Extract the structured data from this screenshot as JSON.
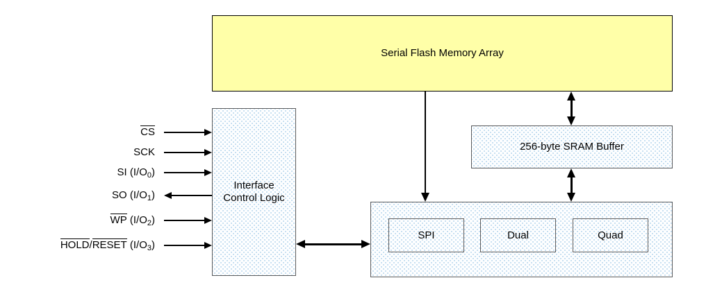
{
  "blocks": {
    "memory_array": {
      "label": "Serial Flash Memory Array"
    },
    "interface_logic": {
      "label": "Interface Control Logic"
    },
    "sram_buffer": {
      "label": "256-byte SRAM Buffer"
    },
    "io_modes": [
      {
        "label": "SPI"
      },
      {
        "label": "Dual"
      },
      {
        "label": "Quad"
      }
    ]
  },
  "signals": [
    {
      "name": "CS",
      "direction": "in",
      "parts": [
        {
          "text": "CS",
          "overline": true
        }
      ]
    },
    {
      "name": "SCK",
      "direction": "in",
      "parts": [
        {
          "text": "SCK"
        }
      ]
    },
    {
      "name": "SI (I/O0)",
      "direction": "in",
      "parts": [
        {
          "text": "SI (I/O"
        },
        {
          "text": "0",
          "sub": true
        },
        {
          "text": ")"
        }
      ]
    },
    {
      "name": "SO (I/O1)",
      "direction": "out",
      "parts": [
        {
          "text": "SO (I/O"
        },
        {
          "text": "1",
          "sub": true
        },
        {
          "text": ")"
        }
      ]
    },
    {
      "name": "WP (I/O2)",
      "direction": "in",
      "parts": [
        {
          "text": "WP",
          "overline": true
        },
        {
          "text": " (I/O"
        },
        {
          "text": "2",
          "sub": true
        },
        {
          "text": ")"
        }
      ]
    },
    {
      "name": "HOLD/RESET (I/O3)",
      "direction": "in",
      "parts": [
        {
          "text": "HOLD",
          "overline": true
        },
        {
          "text": "/"
        },
        {
          "text": "RESET",
          "overline": true
        },
        {
          "text": " (I/O"
        },
        {
          "text": "3",
          "sub": true
        },
        {
          "text": ")"
        }
      ]
    }
  ],
  "colors": {
    "background": "#ffffff",
    "memory_fill": "#ffffa8",
    "memory_border": "#000000",
    "block_fill_base": "#fdfeff",
    "block_fill_dot": "#bcd9ee",
    "block_border": "#595a5c",
    "arrow": "#000000",
    "text": "#000000"
  }
}
